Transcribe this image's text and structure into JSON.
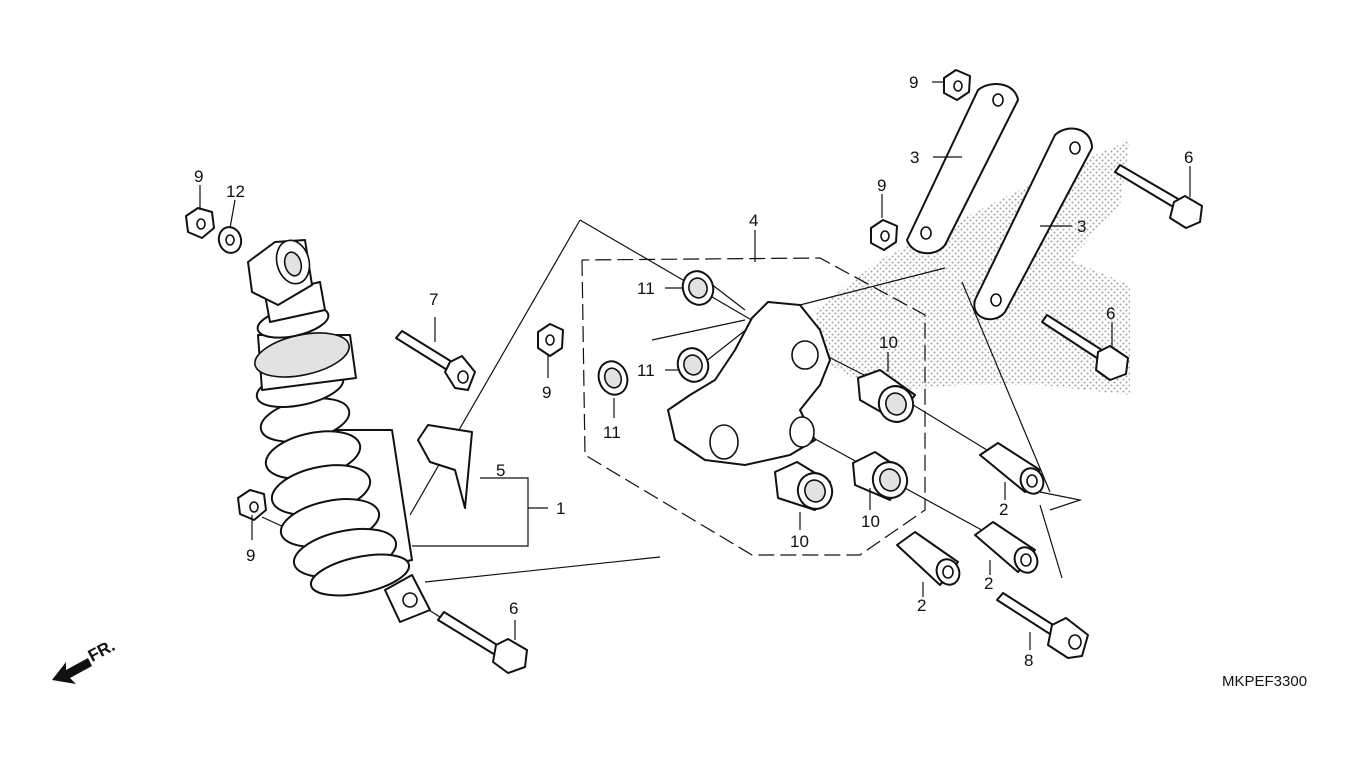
{
  "diagram_code": "MKPEF3300",
  "direction_label": "FR.",
  "callouts": {
    "c1": "1",
    "c2a": "2",
    "c2b": "2",
    "c2c": "2",
    "c3a": "3",
    "c3b": "3",
    "c4": "4",
    "c5": "5",
    "c6a": "6",
    "c6b": "6",
    "c6c": "6",
    "c7": "7",
    "c8": "8",
    "c9a": "9",
    "c9b": "9",
    "c9c": "9",
    "c9d": "9",
    "c9e": "9",
    "c10a": "10",
    "c10b": "10",
    "c10c": "10",
    "c11a": "11",
    "c11b": "11",
    "c11c": "11",
    "c12": "12"
  },
  "icons": {
    "direction": "fr-arrow-icon",
    "watermark": "dotted-wing-watermark"
  }
}
